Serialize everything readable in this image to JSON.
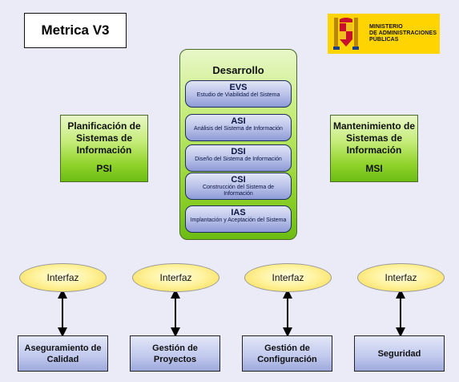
{
  "title": "Metrica V3",
  "logo": {
    "lines": [
      "MINISTERIO",
      "DE ADMINISTRACIONES",
      "PÚBLICAS"
    ],
    "brand_color": "#ffd400"
  },
  "left_box": {
    "title": "Planificación de Sistemas de Información",
    "abbr": "PSI"
  },
  "right_box": {
    "title": "Mantenimiento de Sistemas de Información",
    "abbr": "MSI"
  },
  "center": {
    "title": "Desarrollo",
    "processes": [
      {
        "code": "EVS",
        "name": "Estudio de Viabilidad del Sistema"
      },
      {
        "code": "ASI",
        "name": "Análisis del Sistema de Información"
      },
      {
        "code": "DSI",
        "name": "Diseño del Sistema de Información"
      },
      {
        "code": "CSI",
        "name": "Construcción del Sistema de Información"
      },
      {
        "code": "IAS",
        "name": "Implantación y Aceptación del Sistema"
      }
    ]
  },
  "interfaces": {
    "label": "Interfaz",
    "items": [
      "Aseguramiento de Calidad",
      "Gestión de Proyectos",
      "Gestión de Configuración",
      "Seguridad"
    ]
  },
  "colors": {
    "background": "#ebebf7",
    "green": "#8fd22a",
    "blue": "#b7c0e8",
    "yellow": "#fff3a0"
  }
}
